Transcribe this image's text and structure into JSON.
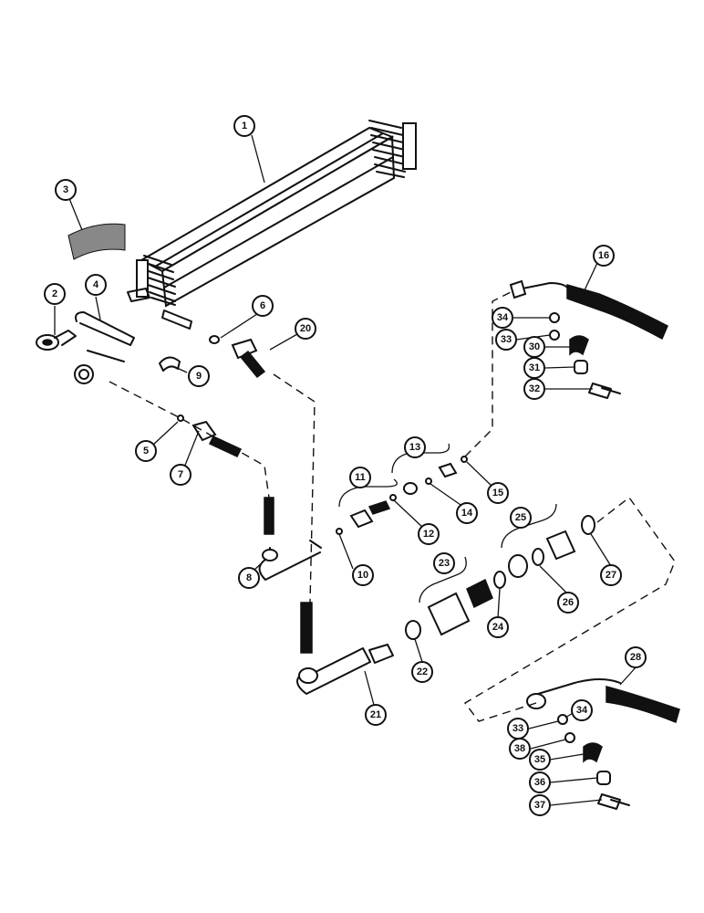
{
  "callouts": [
    {
      "id": "1",
      "label": "1"
    },
    {
      "id": "2",
      "label": "2"
    },
    {
      "id": "3",
      "label": "3"
    },
    {
      "id": "4",
      "label": "4"
    },
    {
      "id": "5",
      "label": "5"
    },
    {
      "id": "6",
      "label": "6"
    },
    {
      "id": "7",
      "label": "7"
    },
    {
      "id": "8",
      "label": "8"
    },
    {
      "id": "9",
      "label": "9"
    },
    {
      "id": "10",
      "label": "10"
    },
    {
      "id": "11",
      "label": "11"
    },
    {
      "id": "12",
      "label": "12"
    },
    {
      "id": "13",
      "label": "13"
    },
    {
      "id": "14",
      "label": "14"
    },
    {
      "id": "15",
      "label": "15"
    },
    {
      "id": "16",
      "label": "16"
    },
    {
      "id": "20",
      "label": "20"
    },
    {
      "id": "21",
      "label": "21"
    },
    {
      "id": "22",
      "label": "22"
    },
    {
      "id": "23",
      "label": "23"
    },
    {
      "id": "24",
      "label": "24"
    },
    {
      "id": "25",
      "label": "25"
    },
    {
      "id": "26",
      "label": "26"
    },
    {
      "id": "27",
      "label": "27"
    },
    {
      "id": "28",
      "label": "28"
    },
    {
      "id": "30",
      "label": "30"
    },
    {
      "id": "31",
      "label": "31"
    },
    {
      "id": "32",
      "label": "32"
    },
    {
      "id": "33a",
      "label": "33"
    },
    {
      "id": "34a",
      "label": "34"
    },
    {
      "id": "33b",
      "label": "33"
    },
    {
      "id": "34b",
      "label": "34"
    },
    {
      "id": "35",
      "label": "35"
    },
    {
      "id": "36",
      "label": "36"
    },
    {
      "id": "37",
      "label": "37"
    },
    {
      "id": "38",
      "label": "38"
    }
  ]
}
